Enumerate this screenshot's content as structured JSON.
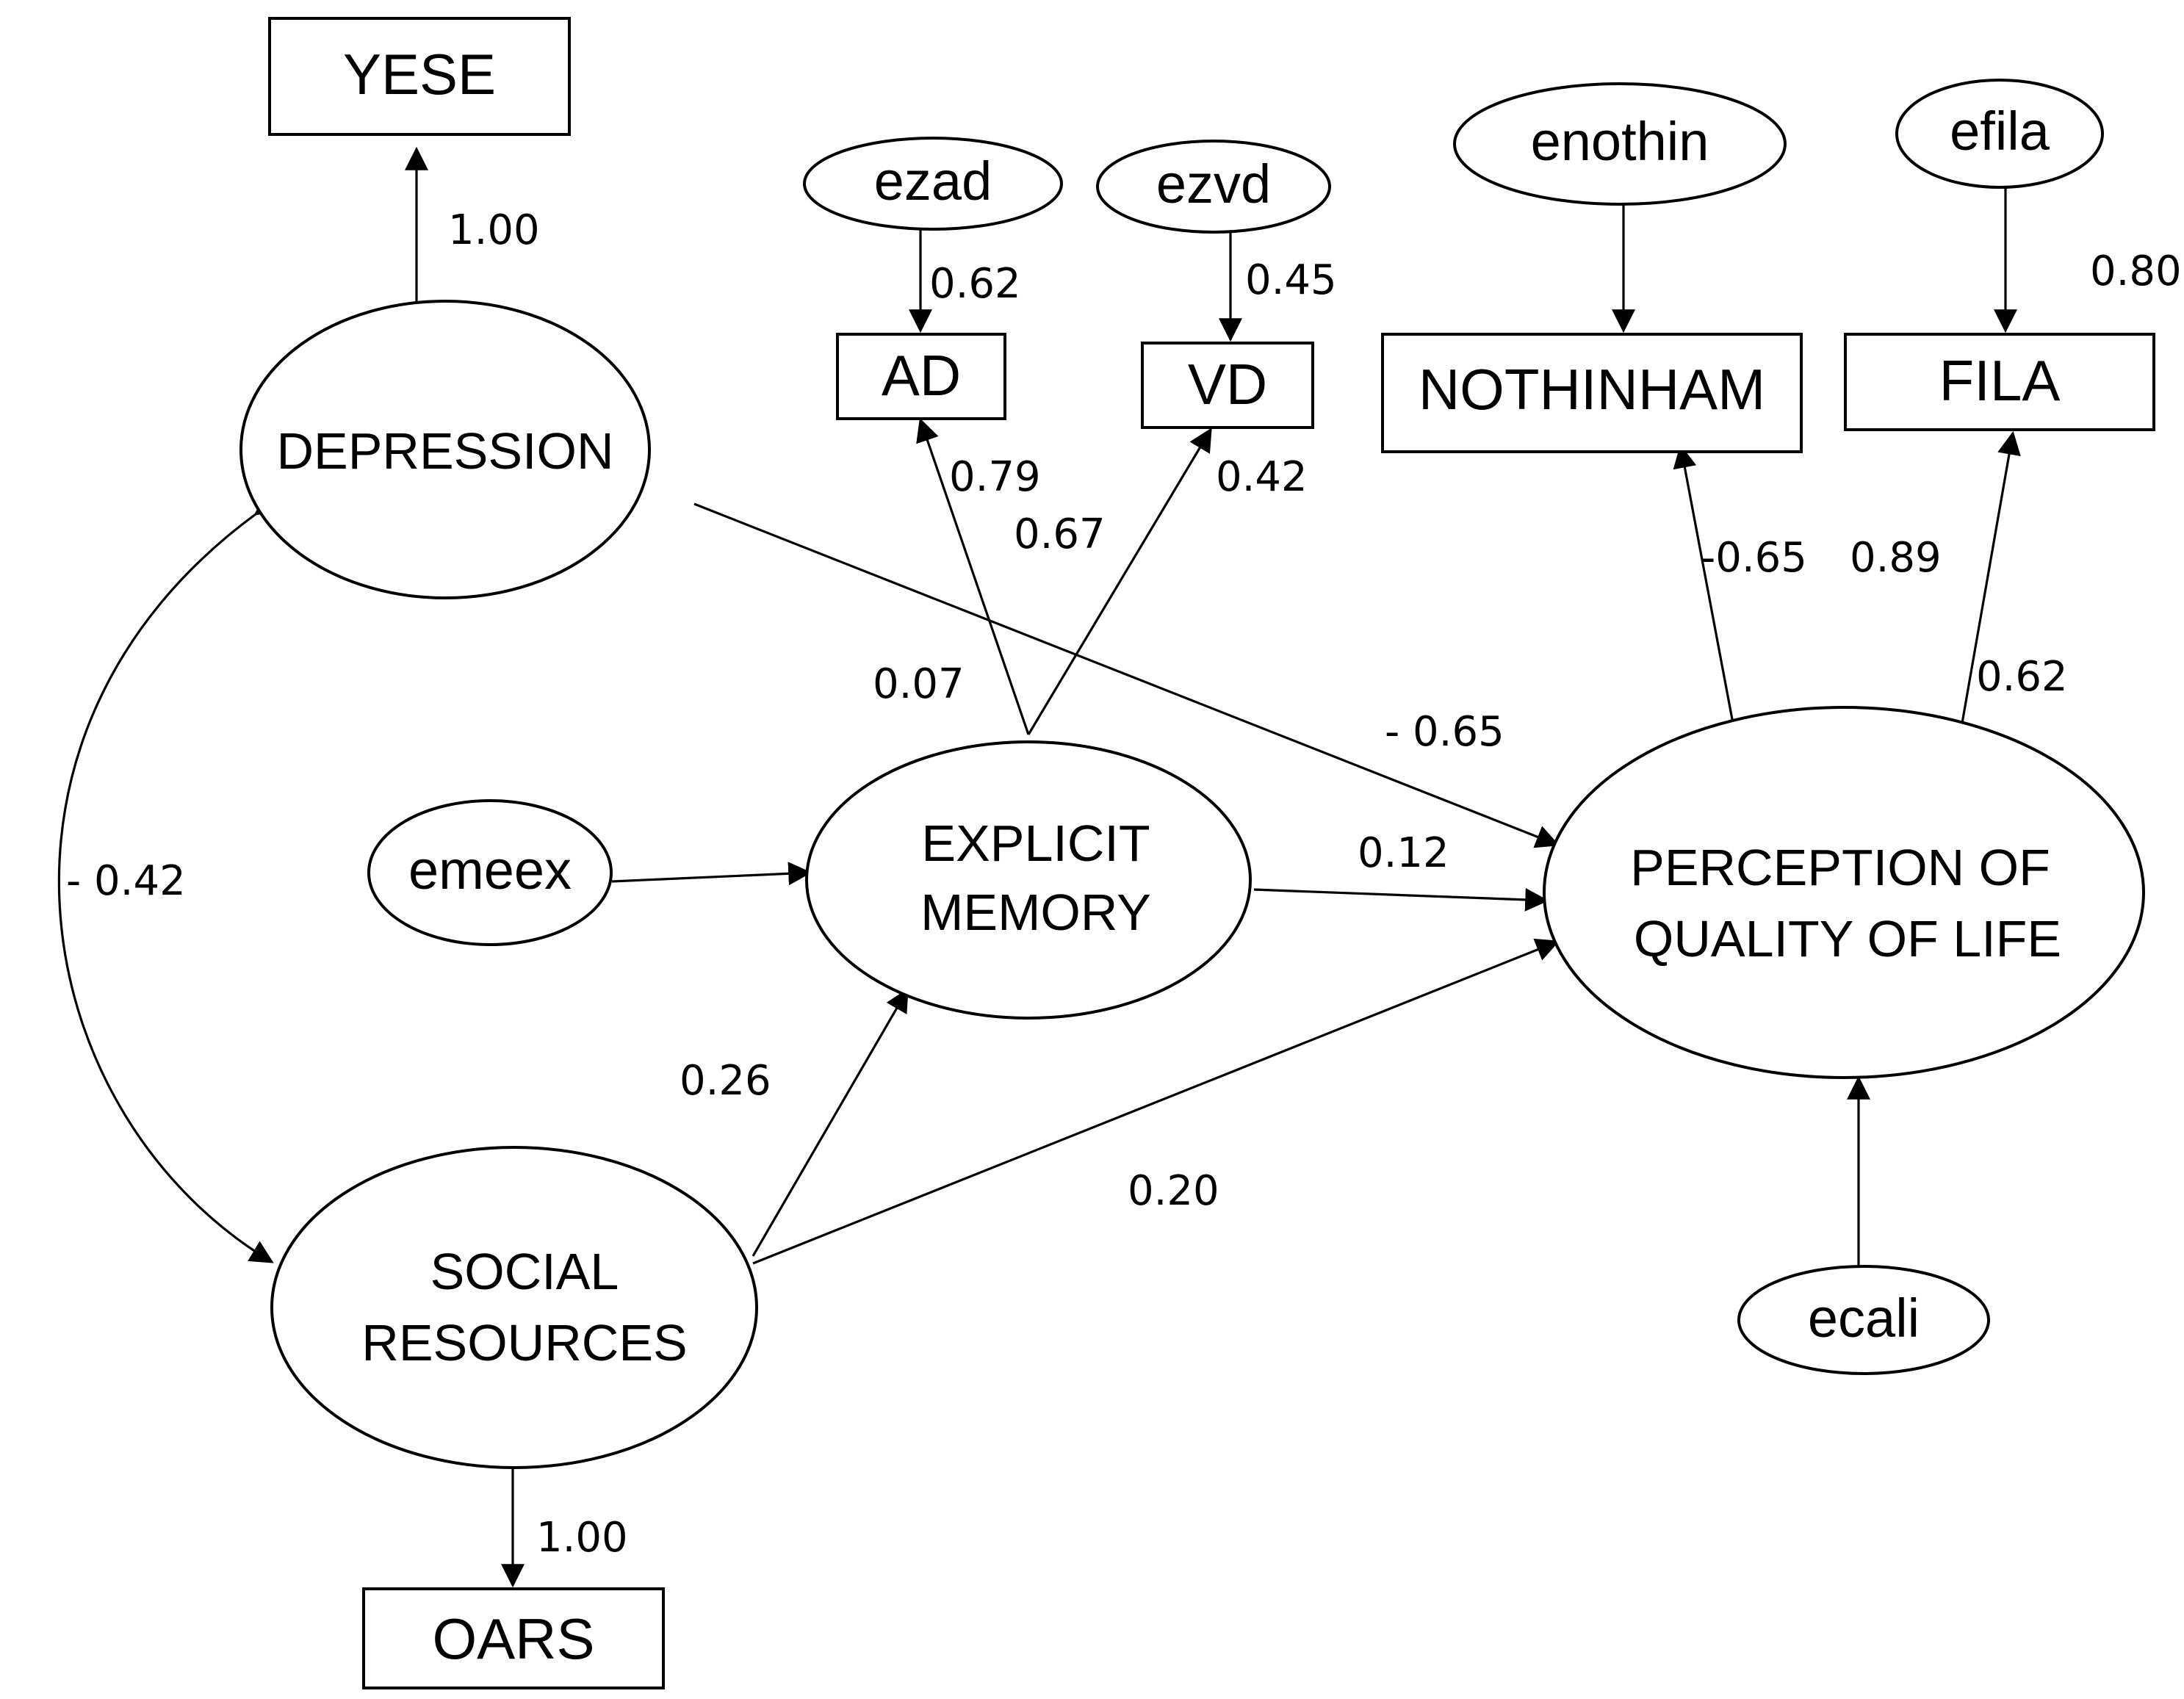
{
  "latent": {
    "depression": "DEPRESSION",
    "explicit_memory": [
      "EXPLICIT",
      "MEMORY"
    ],
    "social_resources": [
      "SOCIAL",
      "RESOURCES"
    ],
    "perception_qol": [
      "PERCEPTION OF",
      "QUALITY OF LIFE"
    ]
  },
  "observed": {
    "yese": "YESE",
    "ad": "AD",
    "vd": "VD",
    "nothinham": "NOTHINHAM",
    "fila": "FILA",
    "oars": "OARS"
  },
  "errors": {
    "ezad": "ezad",
    "ezvd": "ezvd",
    "enothin": "enothin",
    "efila": "efila",
    "emeex": "emeex",
    "ecali": "ecali"
  },
  "coefficients": {
    "depression_yese": "1.00",
    "ezad_ad": "0.62",
    "ezvd_vd": "0.45",
    "efila_fila": "0.80",
    "memory_ad": "0.79",
    "memory_vd": "0.42",
    "mid_067": "0.67",
    "mid_007": "0.07",
    "depression_qol": "- 0.65",
    "memory_qol": "0.12",
    "social_memory": "0.26",
    "social_qol": "0.20",
    "depression_social": "- 0.42",
    "qol_nothinham": "-0.65",
    "qol_fila_left": "0.89",
    "qol_fila": "0.62",
    "social_oars": "1.00"
  }
}
